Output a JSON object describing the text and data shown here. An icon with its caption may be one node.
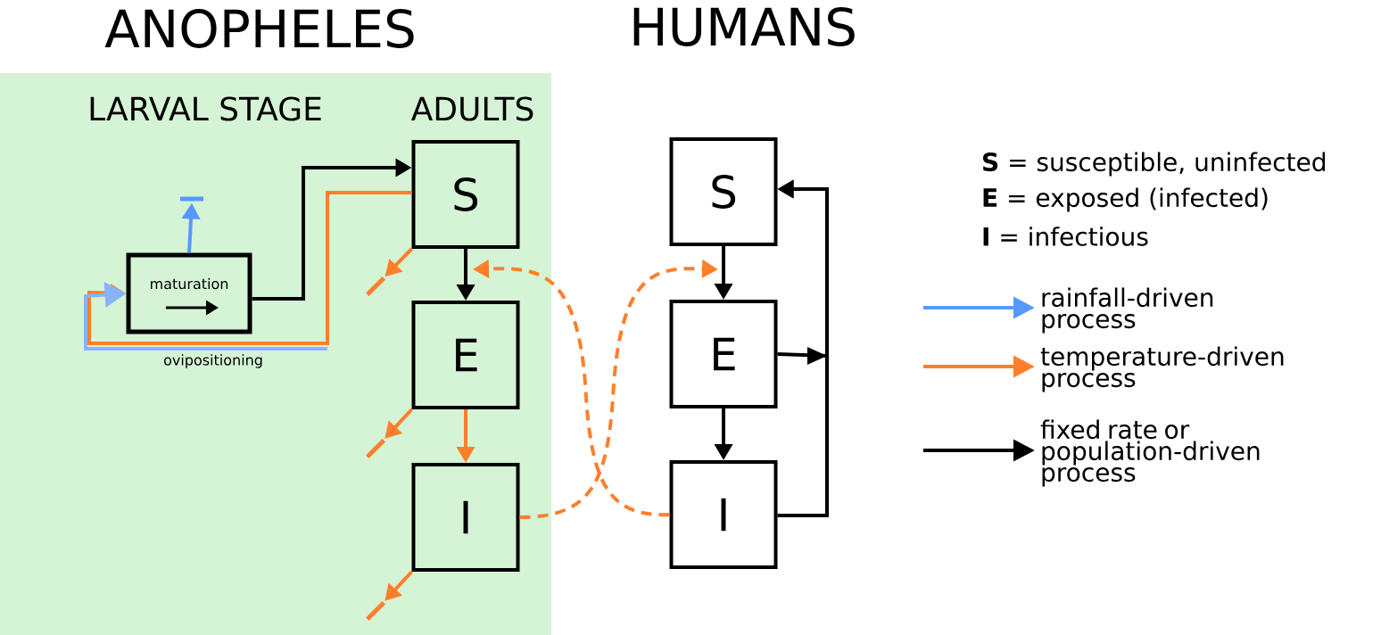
{
  "diagram": {
    "nodes": [
      {
        "text": [
          "ANOPHELES"
        ]
      },
      {
        "text": [
          "maturation"
        ],
        "in": 0
      },
      {
        "text": [
          "S"
        ],
        "in": 0
      },
      {
        "text": [
          "E"
        ],
        "in": 0
      },
      {
        "text": [
          "I"
        ],
        "in": 0
      },
      {
        "text": [
          "S"
        ]
      },
      {
        "text": [
          "E"
        ]
      },
      {
        "text": [
          "I"
        ]
      },
      {
        "text": [],
        "shape": "bar",
        "in": 0
      },
      {
        "text": [],
        "shape": "bar",
        "in": 0
      },
      {
        "text": [],
        "shape": "bar",
        "in": 0
      },
      {
        "text": [],
        "shape": "bar",
        "in": 0
      }
    ],
    "edges": [
      {
        "from": 1,
        "to": 2,
        "arrow": "to",
        "color": "#000000"
      },
      {
        "from": 2,
        "to": 1,
        "arrow": "to",
        "label": "ovipositioning",
        "color": "#ff7f2a"
      },
      {
        "from": 1,
        "to": 8,
        "arrow": "to",
        "color": "#5599ff"
      },
      {
        "from": 2,
        "to": 3,
        "arrow": "to",
        "color": "#000000"
      },
      {
        "from": 3,
        "to": 4,
        "arrow": "to",
        "color": "#ff7f2a"
      },
      {
        "from": 2,
        "to": 9,
        "arrow": "to",
        "color": "#ff7f2a"
      },
      {
        "from": 3,
        "to": 10,
        "arrow": "to",
        "color": "#ff7f2a"
      },
      {
        "from": 4,
        "to": 11,
        "arrow": "to",
        "color": "#ff7f2a"
      },
      {
        "from": 4,
        "to": 5,
        "arrow": "to",
        "style": "dashed",
        "color": "#ff7f2a"
      },
      {
        "from": 7,
        "to": 2,
        "arrow": "to",
        "style": "dashed",
        "color": "#ff7f2a"
      },
      {
        "from": 5,
        "to": 6,
        "arrow": "to",
        "color": "#000000"
      },
      {
        "from": 6,
        "to": 7,
        "arrow": "to",
        "color": "#000000"
      },
      {
        "from": 6,
        "to": 5,
        "arrow": "to",
        "color": "#000000"
      },
      {
        "from": 7,
        "to": 5,
        "arrow": "to",
        "color": "#000000"
      }
    ],
    "labels": [
      "HUMANS",
      "LARVAL STAGE",
      "ADULTS",
      "**S** = susceptible, uninfected",
      "**E** = exposed (infected)",
      "**I** = infectious"
    ],
    "legend": [
      {
        "text": "rainfall-driven process"
      },
      {
        "text": "temperature-driven process"
      },
      {
        "text": "fixed rate or population-driven process"
      }
    ]
  }
}
